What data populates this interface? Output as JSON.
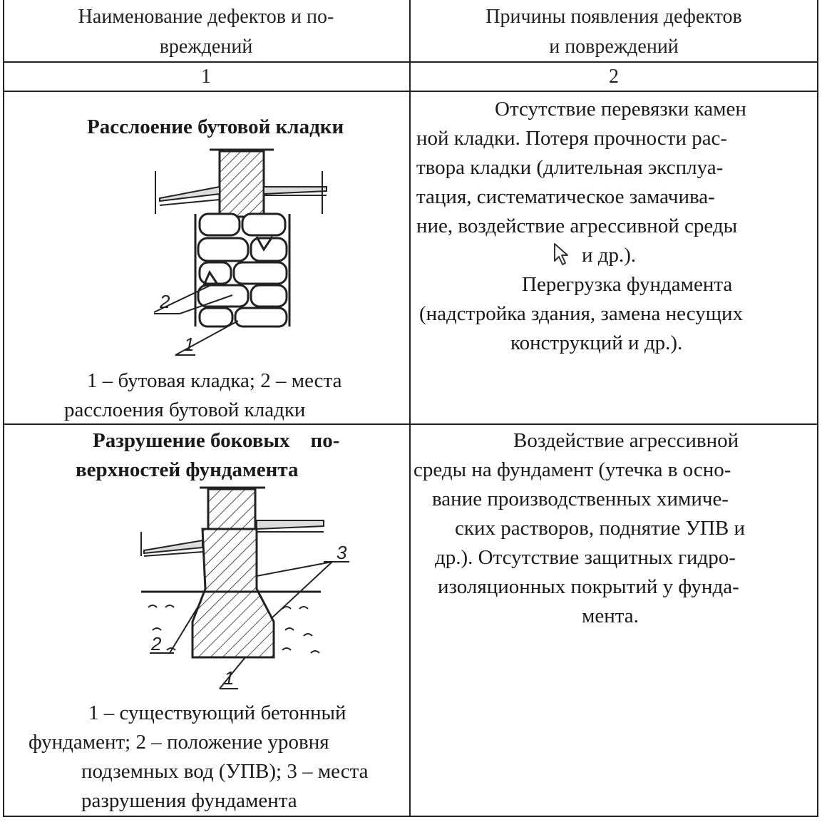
{
  "header": {
    "col1_lines": [
      "Наименование дефектов и  по-",
      "вреждений"
    ],
    "col2_lines": [
      "Причины появления дефектов",
      "и  повреждений"
    ],
    "col1_number": "1",
    "col2_number": "2"
  },
  "rows": [
    {
      "title_lines": [
        "Расслоение бутовой кладки"
      ],
      "figure": {
        "labels": [
          "2",
          "1"
        ]
      },
      "caption_lines": [
        "1 – бутовая кладка; 2 – места",
        "расслоения бутовой кладки"
      ],
      "causes_lines": [
        "Отсутствие перевязки камен",
        "ной кладки. Потеря прочности рас-",
        "твора кладки (длительная эксплуа-",
        "тация, систематическое замачива-",
        "ние, воздействие агрессивной среды",
        "и др.).",
        "Перегрузка фундамента",
        "(надстройка здания, замена несущих",
        "конструкций и др.)."
      ]
    },
    {
      "title_lines": [
        "Разрушение боковых    по-",
        "верхностей фундамента"
      ],
      "figure": {
        "labels": [
          "3",
          "2",
          "1"
        ]
      },
      "caption_lines": [
        "1 – существующий бетонный",
        "фундамент; 2 – положение уровня",
        "подземных вод (УПВ); 3 – места",
        "разрушения фундамента"
      ],
      "causes_lines": [
        "Воздействие агрессивной",
        "среды на фундамент (утечка в осно-",
        "вание производственных химиче-",
        "ских растворов, поднятие УПВ и",
        "др.). Отсутствие защитных гидро-",
        "изоляционных покрытий у фунда-",
        "мента."
      ]
    }
  ]
}
